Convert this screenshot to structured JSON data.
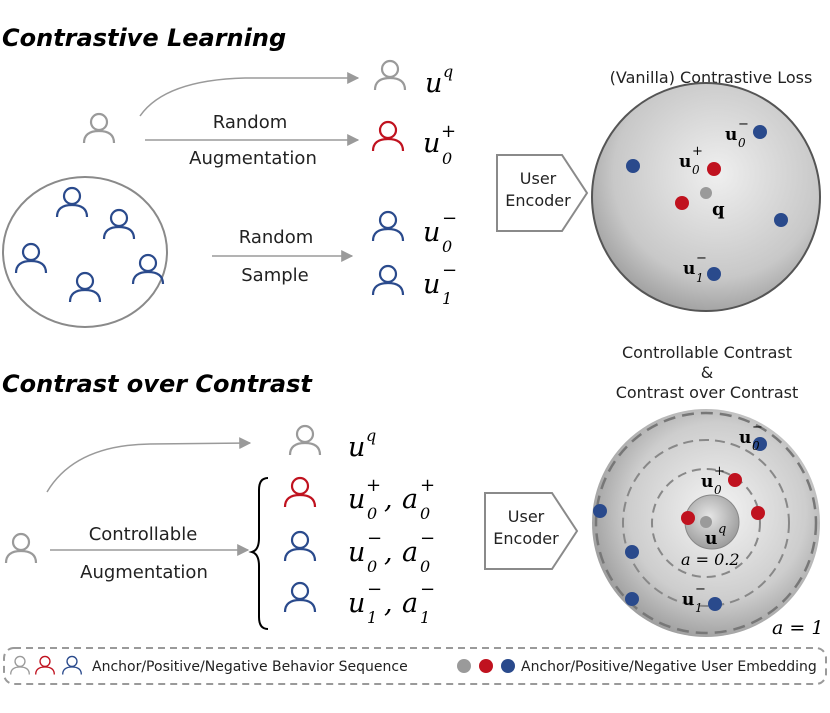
{
  "sections": {
    "top_title": "Contrastive Learning",
    "bottom_title": "Contrast over Contrast"
  },
  "top": {
    "aug_line1": "Random",
    "aug_line2": "Augmentation",
    "sample_line1": "Random",
    "sample_line2": "Sample",
    "encoder_line1": "User",
    "encoder_line2": "Encoder",
    "loss_title": "(Vanilla) Contrastive Loss",
    "u": "u",
    "sup_q": "q",
    "sup_plus": "+",
    "sup_minus": "−",
    "sub_0": "0",
    "sub_1": "1",
    "emb_u": "u",
    "emb_q": "q"
  },
  "bottom": {
    "aug_line1": "Controllable",
    "aug_line2": "Augmentation",
    "encoder_line1": "User",
    "encoder_line2": "Encoder",
    "sphere_title_1": "Controllable Contrast",
    "sphere_title_2": "&",
    "sphere_title_3": "Contrast over Contrast",
    "a_label_inner": "a = 0.2",
    "a_label_outer": "a = 1",
    "a": "a",
    "comma": ","
  },
  "legend": {
    "sequence_label": "Anchor/Positive/Negative Behavior Sequence",
    "embedding_label": "Anchor/Positive/Negative User Embedding"
  },
  "colors": {
    "anchor": "#9a9a9a",
    "positive": "#c0121f",
    "negative": "#2a4a8c",
    "arrow": "#9a9a9a",
    "sphere_light": "#f2f2f2",
    "sphere_dark": "#8a8a8a"
  },
  "icons": {
    "user": "user-icon",
    "encoder": "pentagon-arrow-icon"
  }
}
